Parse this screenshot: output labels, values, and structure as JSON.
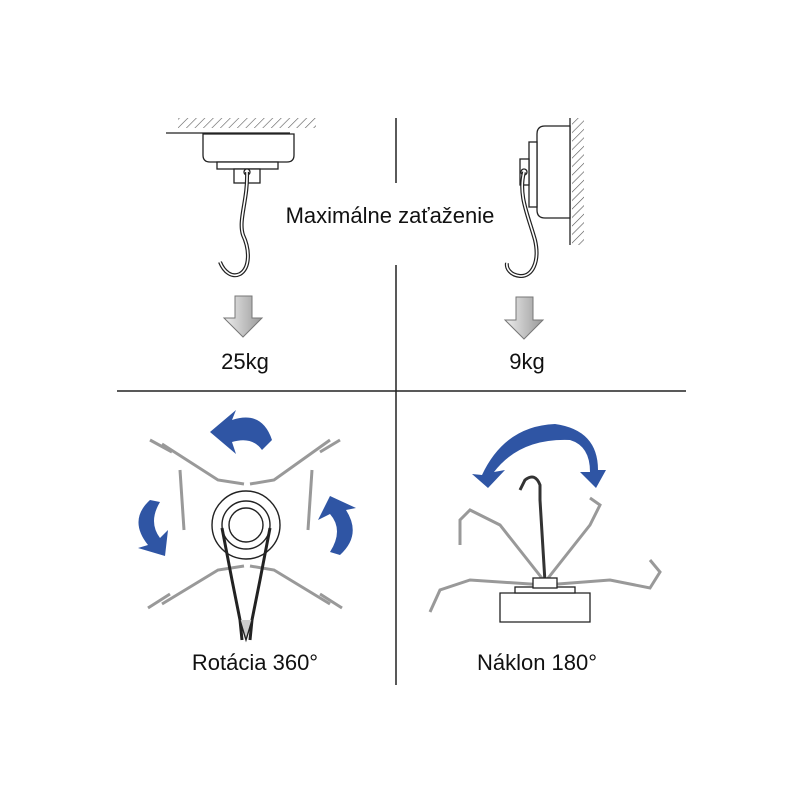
{
  "heading": "Maximálne zaťaženie",
  "panels": {
    "ceiling": {
      "load": "25kg"
    },
    "wall": {
      "load": "9kg"
    },
    "rotation": {
      "label": "Rotácia 360°"
    },
    "tilt": {
      "label": "Náklon 180°"
    }
  },
  "colors": {
    "accent": "#2f55a4",
    "line": "#222222",
    "arrow_gray": "#a8a8a8"
  }
}
